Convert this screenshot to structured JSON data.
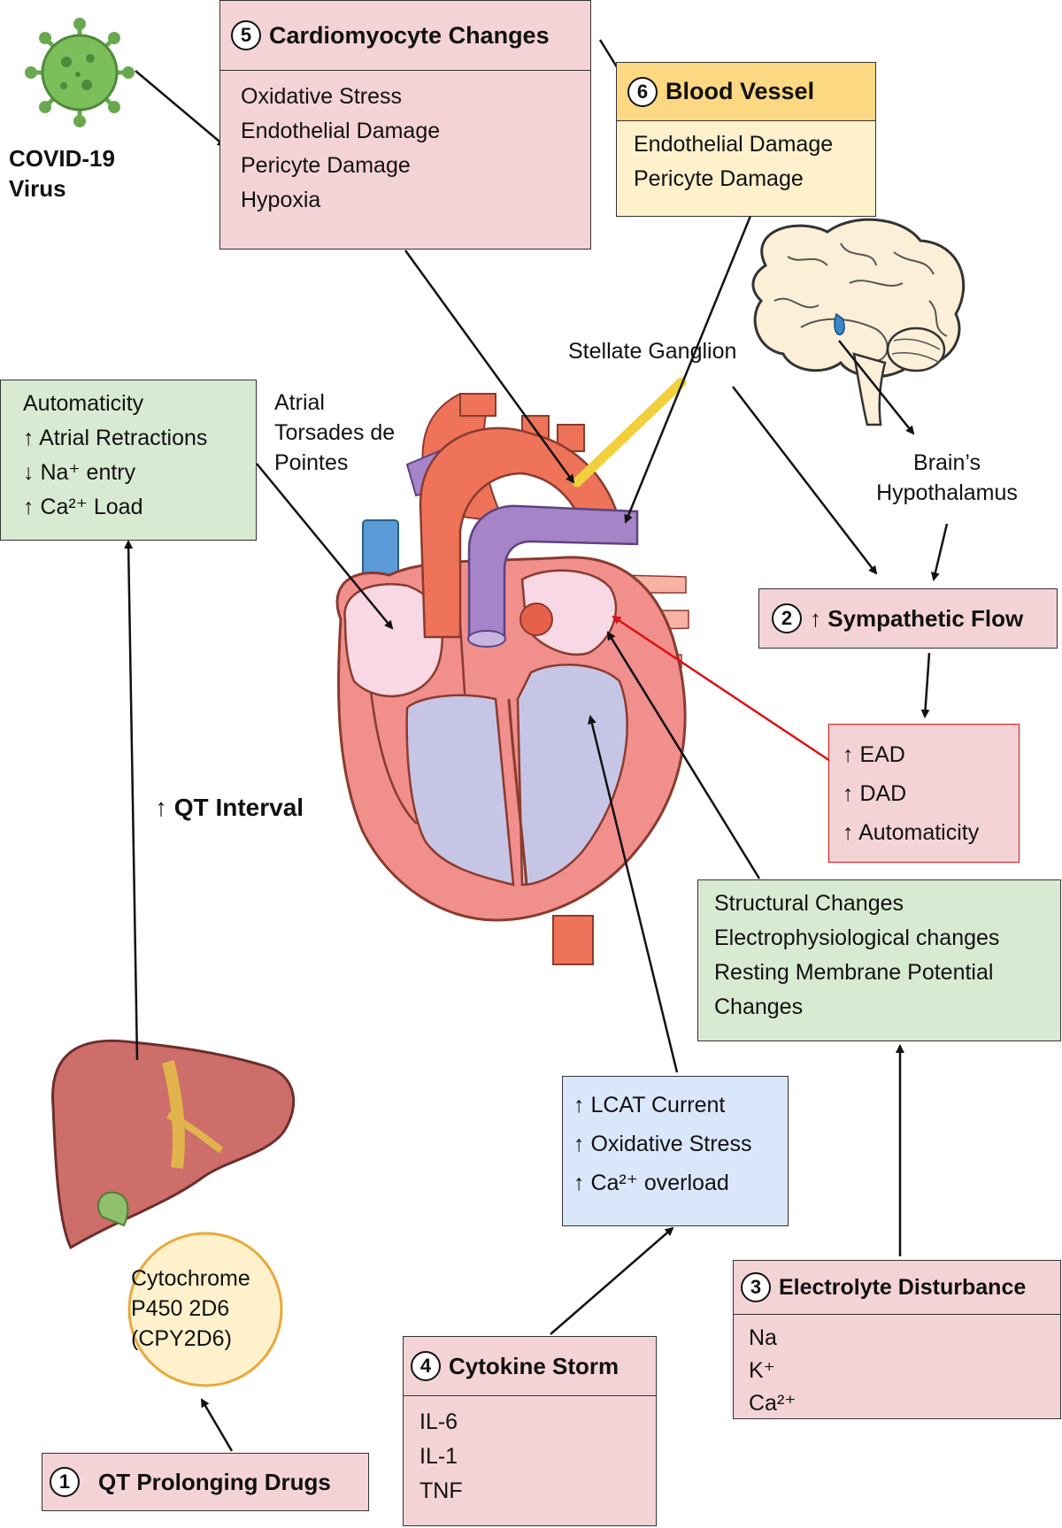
{
  "virus": {
    "label_line1": "COVID-19",
    "label_line2": "Virus"
  },
  "box5": {
    "number": "5",
    "title": "Cardiomyocyte Changes",
    "items": [
      "Oxidative Stress",
      "Endothelial Damage",
      "Pericyte Damage",
      "Hypoxia"
    ]
  },
  "box6": {
    "number": "6",
    "title": "Blood Vessel",
    "items": [
      "Endothelial Damage",
      "Pericyte Damage"
    ]
  },
  "stellate": "Stellate Ganglion",
  "brain": {
    "line1": "Brain’s",
    "line2": "Hypothalamus"
  },
  "automaticity": {
    "items": [
      "Automaticity",
      "↑ Atrial Retractions",
      "↓ Na⁺ entry",
      "↑ Ca²⁺ Load"
    ]
  },
  "atrial": {
    "line1": "Atrial",
    "line2": "Torsades de",
    "line3": "Pointes"
  },
  "qt_interval": "↑ QT Interval",
  "box2": {
    "number": "2",
    "title": "↑ Sympathetic Flow"
  },
  "ead_box": {
    "items": [
      "↑ EAD",
      "↑ DAD",
      "↑ Automaticity"
    ]
  },
  "structural": {
    "items": [
      "Structural Changes",
      "Electrophysiological changes",
      "Resting Membrane Potential",
      "Changes"
    ]
  },
  "lcat": {
    "items": [
      "↑ LCAT Current",
      "↑ Oxidative Stress",
      "↑ Ca²⁺ overload"
    ]
  },
  "cyp": {
    "line1": "Cytochrome",
    "line2": "P450 2D6",
    "line3": "(CPY2D6)"
  },
  "box3": {
    "number": "3",
    "title": "Electrolyte Disturbance",
    "items": [
      "Na",
      "K⁺",
      "Ca²⁺"
    ]
  },
  "box4": {
    "number": "4",
    "title": "Cytokine Storm",
    "items": [
      "IL-6",
      "IL-1",
      "TNF"
    ]
  },
  "box1": {
    "number": "1",
    "title": "QT Prolonging Drugs"
  },
  "colors": {
    "box_pink": "#f4d3d6",
    "box_green": "#d9ead3",
    "box_yellow": "#fff1cc",
    "box_blue": "#dae7fb",
    "arrow_red": "#dd1111",
    "heart_red": "#ee7359",
    "vessel_purple": "#a584c8",
    "vein_blue": "#5b9bd8"
  }
}
